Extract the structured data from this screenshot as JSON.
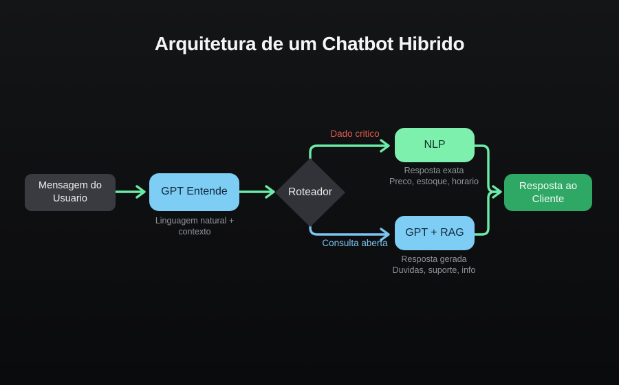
{
  "title": "Arquitetura de um Chatbot Hibrido",
  "colors": {
    "background": "#0f1012",
    "title_text": "#f4f5f6",
    "box_dark_fill": "#3a3b40",
    "box_dark_text": "#ededee",
    "diamond_fill": "#323338",
    "diamond_text": "#e9eaeb",
    "blue_fill": "#7ecdf4",
    "blue_text": "#102a3c",
    "mint_fill": "#7df0ae",
    "mint_text": "#0f3122",
    "green_fill": "#2fa765",
    "green_text": "#f2fbf5",
    "line_mint": "#6aeca7",
    "line_blue": "#7ac6f1",
    "label_critical_color": "#dd5b4f",
    "label_open_color": "#7cc6f0",
    "caption_gray": "#8f959b"
  },
  "nodes": {
    "user": {
      "label": "Mensagem do Usuario"
    },
    "gpt": {
      "label": "GPT Entende",
      "caption1": "Linguagem natural +",
      "caption2": "contexto"
    },
    "router": {
      "label": "Roteador"
    },
    "nlp": {
      "label": "NLP",
      "caption1": "Resposta exata",
      "caption2": "Preco, estoque, horario"
    },
    "rag": {
      "label": "GPT + RAG",
      "caption1": "Resposta gerada",
      "caption2": "Duvidas, suporte, info"
    },
    "client": {
      "label": "Resposta ao Cliente"
    }
  },
  "edges": {
    "critical_label": "Dado critico",
    "open_label": "Consulta aberta"
  }
}
